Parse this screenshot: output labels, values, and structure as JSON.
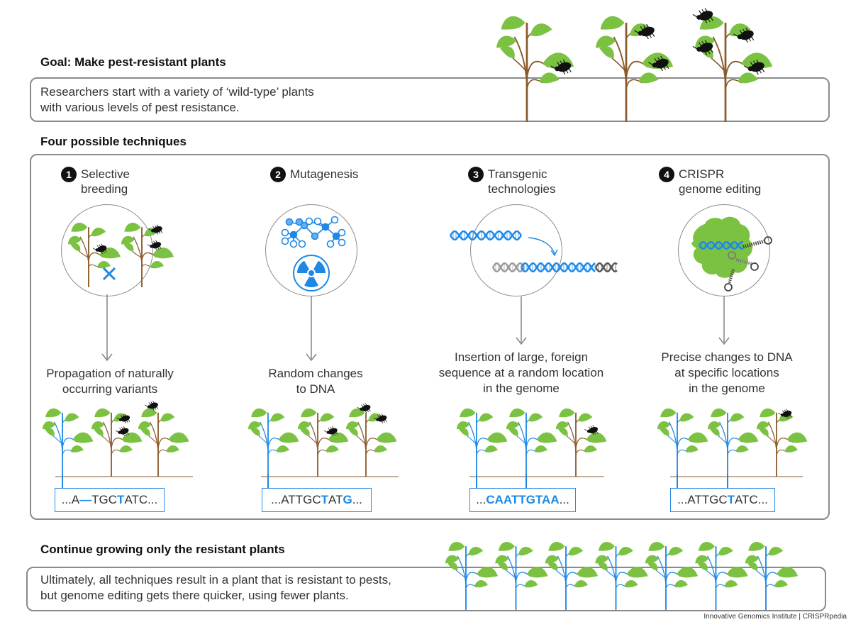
{
  "goal": {
    "heading": "Goal: Make pest-resistant plants",
    "text_line1": "Researchers start with a variety of ‘wild-type’ plants",
    "text_line2": "with various levels of pest resistance."
  },
  "techniques_section": {
    "heading": "Four possible techniques",
    "techniques": [
      {
        "number": "1",
        "title_line1": "Selective",
        "title_line2": "breeding",
        "illustration": "crossing-plants-icon",
        "result_line1": "Propagation of naturally",
        "result_line2": "occurring variants",
        "result_line3": "",
        "sequence": {
          "pre": "...A",
          "mark": "—",
          "mid": "TGC",
          "bold": "T",
          "post": "ATC..."
        }
      },
      {
        "number": "2",
        "title_line1": "Mutagenesis",
        "title_line2": "",
        "illustration": "chemical-and-radiation-icon",
        "result_line1": "Random changes",
        "result_line2": "to DNA",
        "result_line3": "",
        "sequence": {
          "pre": "...ATTGC",
          "bold": "T",
          "mid": "AT",
          "bold2": "G",
          "post": "..."
        }
      },
      {
        "number": "3",
        "title_line1": "Transgenic",
        "title_line2": "technologies",
        "illustration": "dna-insertion-icon",
        "result_line1": "Insertion of large, foreign",
        "result_line2": "sequence at a random location",
        "result_line3": "in the genome",
        "sequence": {
          "pre": "...",
          "bold": "CAATTGTAA",
          "post": "..."
        }
      },
      {
        "number": "4",
        "title_line1": "CRISPR",
        "title_line2": "genome editing",
        "illustration": "cas9-protein-icon",
        "result_line1": "Precise changes to DNA",
        "result_line2": "at specific locations",
        "result_line3": "in the genome",
        "sequence": {
          "pre": "...ATTGC",
          "bold": "T",
          "post": "ATC..."
        }
      }
    ]
  },
  "continue": {
    "heading": "Continue growing only the resistant plants",
    "text_line1": "Ultimately, all techniques result in a plant that is resistant to pests,",
    "text_line2": "but genome editing gets there quicker, using fewer plants."
  },
  "credit": "Innovative Genomics Institute | CRISPRpedia",
  "colors": {
    "leaf": "#7cc242",
    "stem_wild": "#8b5a2b",
    "stem_resistant": "#1e88e5",
    "accent_blue": "#1e88e5",
    "border_gray": "#8a8a8a",
    "pest": "#111111"
  }
}
